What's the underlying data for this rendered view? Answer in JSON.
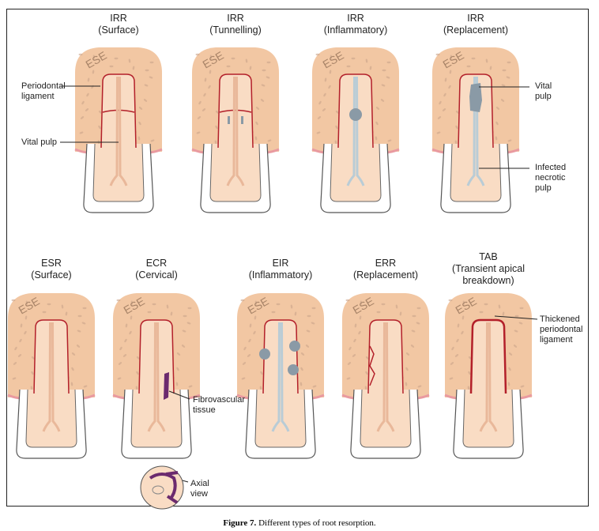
{
  "top_row": [
    {
      "title": "IRR",
      "subtitle": "(Surface)",
      "type": "surface"
    },
    {
      "title": "IRR",
      "subtitle": "(Tunnelling)",
      "type": "tunnelling"
    },
    {
      "title": "IRR",
      "subtitle": "(Inflammatory)",
      "type": "inflammatory"
    },
    {
      "title": "IRR",
      "subtitle": "(Replacement)",
      "type": "replacement"
    }
  ],
  "bottom_row": [
    {
      "title": "ESR",
      "subtitle": "(Surface)",
      "type": "esr"
    },
    {
      "title": "ECR",
      "subtitle": "(Cervical)",
      "type": "ecr"
    },
    {
      "title": "EIR",
      "subtitle": "(Inflammatory)",
      "type": "eir"
    },
    {
      "title": "ERR",
      "subtitle": "(Replacement)",
      "type": "err"
    },
    {
      "title": "TAB",
      "subtitle": "(Transient apical breakdown)",
      "type": "tab"
    }
  ],
  "bone_label": "ESE",
  "labels": {
    "periodontal_ligament": "Periodontal ligament",
    "vital_pulp_1": "Vital pulp",
    "vital_pulp_2": "Vital pulp",
    "infected_pulp": "Infected necrotic pulp",
    "fibrovascular": "Fibrovascular tissue",
    "axial_view": "Axial view",
    "thickened_pdl": "Thickened periodontal ligament"
  },
  "caption": {
    "figure": "Figure 7.",
    "text": " Different types of root resorption."
  },
  "colors": {
    "bone": "#f2c7a3",
    "root": "#f9dcc4",
    "ligament": "#b3202a",
    "gum": "#e99aa0",
    "lesion": "#8a9aa6",
    "fibro": "#6b2a6e"
  }
}
